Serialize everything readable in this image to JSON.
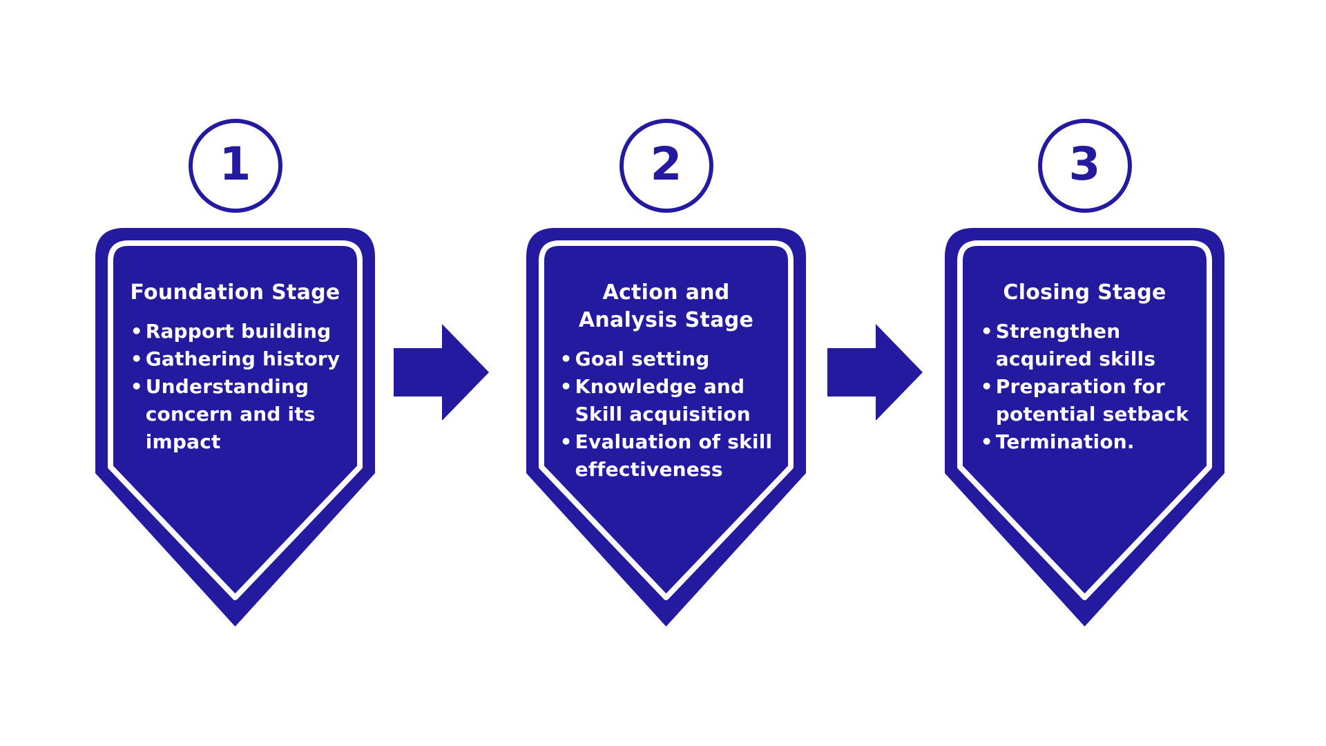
{
  "colors": {
    "primary": "#231AA0",
    "canvas": "#FFFFFF",
    "text_on_primary": "#FFFFFF"
  },
  "stages": [
    {
      "number": "1",
      "title": "Foundation Stage",
      "bullets": [
        "Rapport building",
        "Gathering history",
        "Understanding\nconcern and its\nimpact"
      ]
    },
    {
      "number": "2",
      "title": "Action and\nAnalysis Stage",
      "bullets": [
        "Goal setting",
        "Knowledge and\nSkill acquisition",
        "Evaluation of skill\neffectiveness"
      ]
    },
    {
      "number": "3",
      "title": "Closing Stage",
      "bullets": [
        "Strengthen\nacquired skills",
        "Preparation for\npotential setback",
        "Termination."
      ]
    }
  ]
}
